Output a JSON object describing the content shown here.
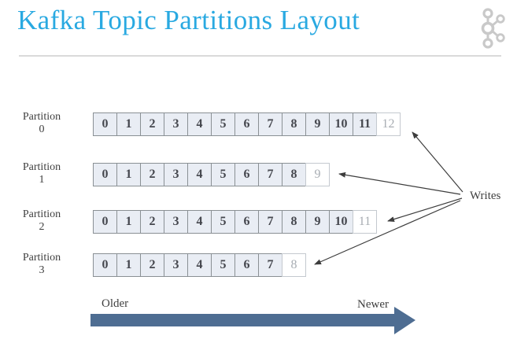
{
  "header": {
    "title": "Kafka Topic Partitions Layout",
    "logo": "kafka-logo"
  },
  "partitions": [
    {
      "label": "Partition",
      "number": "0",
      "committed_offsets": [
        0,
        1,
        2,
        3,
        4,
        5,
        6,
        7,
        8,
        9,
        10,
        11
      ],
      "next_offset": "12"
    },
    {
      "label": "Partition",
      "number": "1",
      "committed_offsets": [
        0,
        1,
        2,
        3,
        4,
        5,
        6,
        7,
        8
      ],
      "next_offset": "9"
    },
    {
      "label": "Partition",
      "number": "2",
      "committed_offsets": [
        0,
        1,
        2,
        3,
        4,
        5,
        6,
        7,
        8,
        9,
        10
      ],
      "next_offset": "11"
    },
    {
      "label": "Partition",
      "number": "3",
      "committed_offsets": [
        0,
        1,
        2,
        3,
        4,
        5,
        6,
        7
      ],
      "next_offset": "8"
    }
  ],
  "annotations": {
    "writes": "Writes",
    "older": "Older",
    "newer": "Newer"
  },
  "colors": {
    "title": "#29a9e1",
    "divider": "#dadada",
    "logo": "#c9c9c9",
    "label_text": "#3f3f3f",
    "cell_fill": "#e9edf4",
    "cell_border": "#8a9094",
    "cell_text": "#45474e",
    "next_cell_fill": "#ffffff",
    "next_cell_border": "#c4c9cf",
    "next_cell_text": "#a8adb3",
    "thin_arrow": "#3d3d3d",
    "timeline_arrow": "#4e6d92"
  }
}
